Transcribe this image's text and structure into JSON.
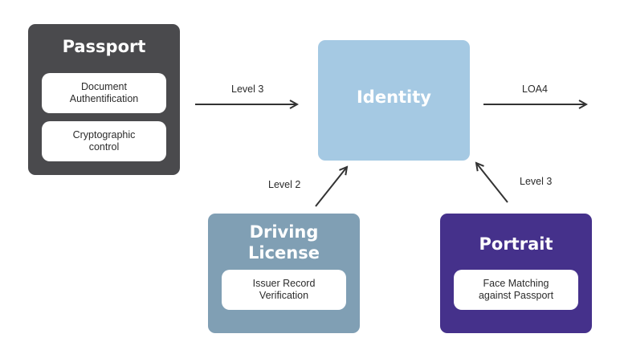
{
  "colors": {
    "passport": "#4a4a4d",
    "identity": "#a5c9e3",
    "driving_license": "#809fb4",
    "portrait": "#45318b",
    "arrow": "#333333"
  },
  "passport": {
    "title": "Passport",
    "items": [
      "Document\nAuthentification",
      "Cryptographic\ncontrol"
    ]
  },
  "identity": {
    "title": "Identity"
  },
  "driving_license": {
    "title": "Driving\nLicense",
    "items": [
      "Issuer Record\nVerification"
    ]
  },
  "portrait": {
    "title": "Portrait",
    "items": [
      "Face Matching\nagainst Passport"
    ]
  },
  "edges": {
    "passport_to_identity": "Level 3",
    "identity_output": "LOA4",
    "driving_to_identity": "Level 2",
    "portrait_to_identity": "Level 3"
  }
}
